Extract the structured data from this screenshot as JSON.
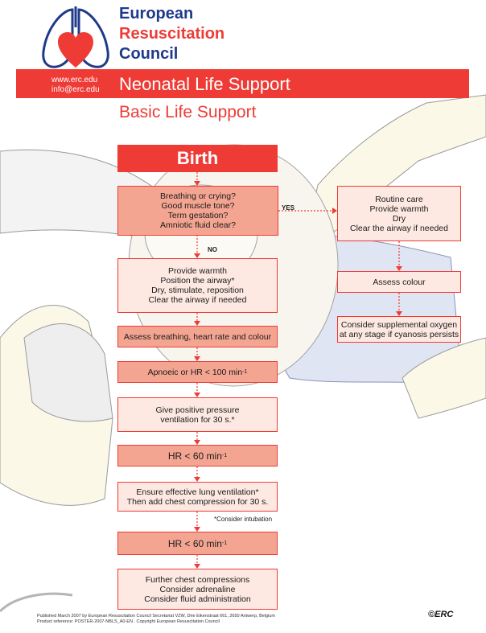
{
  "header": {
    "org_lines": [
      "European",
      "Resuscitation",
      "Council"
    ],
    "org_colors": [
      "#1f3a8a",
      "#ee3b36",
      "#1f3a8a"
    ],
    "website": "www.erc.edu",
    "email": "info@erc.edu",
    "title": "Neonatal Life Support",
    "subtitle": "Basic Life Support"
  },
  "colors": {
    "accent_red": "#ee3b36",
    "navy": "#1f3a8a",
    "box_dark": "#f4a592",
    "box_light": "#fde9e2"
  },
  "flow": {
    "birth": "Birth",
    "assess_initial": "Breathing or crying?\nGood muscle tone?\nTerm gestation?\nAmniotic fluid clear?",
    "yes_label": "YES",
    "no_label": "NO",
    "routine_care": "Routine care\nProvide warmth\nDry\nClear the airway if needed",
    "initial_steps": "Provide warmth\nPosition the airway*\nDry, stimulate, reposition\nClear the airway if needed",
    "assess_colour": "Assess colour",
    "supplemental_oxygen": "Consider supplemental oxygen\nat any stage if cyanosis persists",
    "assess_breathing": "Assess breathing, heart rate and colour",
    "apnoeic_text": "Apnoeic or HR < 100 min",
    "apnoeic_sup": "-1",
    "ppv": "Give positive pressure\nventilation for 30 s.*",
    "hr60_text": "HR < 60 min",
    "hr60_sup": "-1",
    "ensure_ventilation": "Ensure effective lung ventilation*\nThen add chest compression for 30 s.",
    "consider_intubation": "*Consider intubation",
    "further_compressions": "Further chest compressions\nConsider adrenaline\nConsider fluid administration"
  },
  "footer": {
    "published": "Published March 2007 by European Resuscitation Council Secretariat VZW, Drie Eikenstraat 661, 2650 Antwerp, Belgium",
    "reference": "Product reference: POSTER-2007-NBLS_A0-EN . Copyright European Resuscitation Council",
    "signature": "©ERC"
  }
}
